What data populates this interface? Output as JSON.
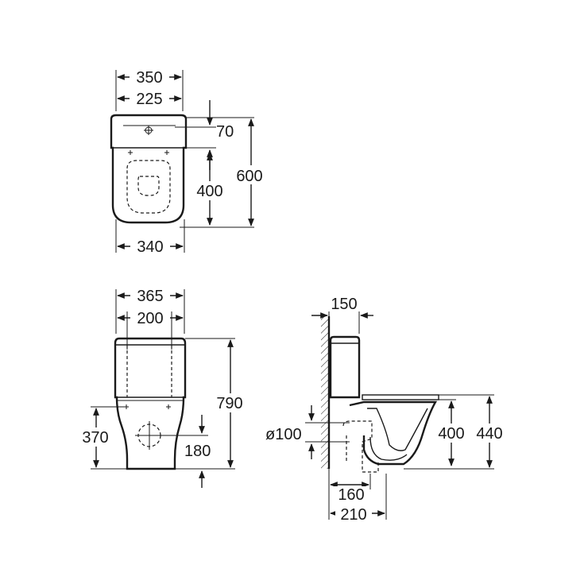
{
  "top_view": {
    "width_overall": "350",
    "width_inner": "225",
    "tank_depth": "70",
    "outlet_to_back": "400",
    "depth_overall": "600",
    "width_bowl": "340"
  },
  "front_view": {
    "width_overall": "365",
    "width_fix": "200",
    "height_overall": "790",
    "outlet_height": "370",
    "outlet_offset": "180"
  },
  "side_view": {
    "tank_depth": "150",
    "pipe_diameter": "ø100",
    "seat_height": "400",
    "rim_height": "440",
    "outlet_axis": "160",
    "outlet_max": "210"
  }
}
